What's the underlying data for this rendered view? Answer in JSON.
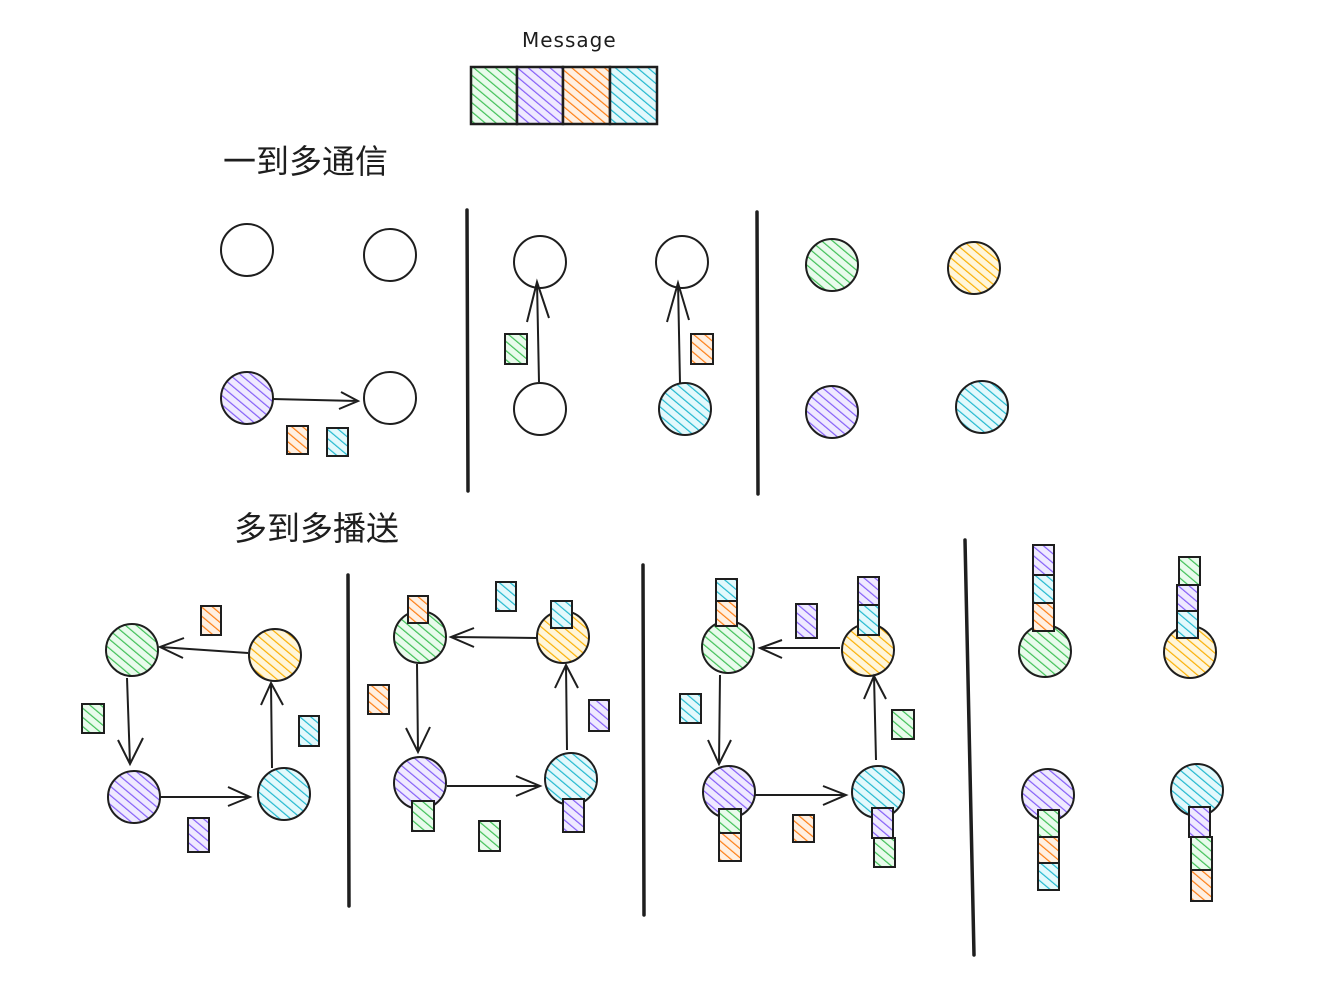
{
  "message_label": "Message",
  "sections": {
    "one_to_many": {
      "title": "一到多通信"
    },
    "many_to_many": {
      "title": "多到多播送"
    }
  },
  "colors": {
    "green": "#69db7c",
    "purple": "#9775fa",
    "orange": "#ff922b",
    "teal": "#3bc9db",
    "yellow": "#fab005",
    "stroke": "#1e1e1e"
  },
  "message_blocks": [
    "green",
    "purple",
    "orange",
    "teal"
  ]
}
